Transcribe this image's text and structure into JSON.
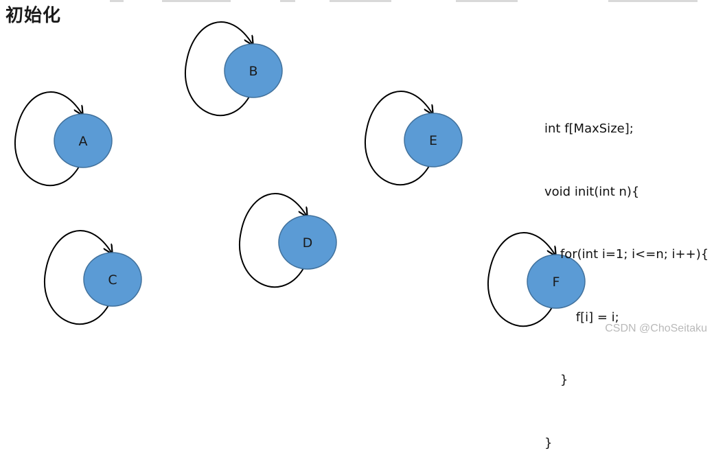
{
  "title": "初始化",
  "nodes": [
    {
      "id": "A",
      "label": "A"
    },
    {
      "id": "B",
      "label": "B"
    },
    {
      "id": "C",
      "label": "C"
    },
    {
      "id": "D",
      "label": "D"
    },
    {
      "id": "E",
      "label": "E"
    },
    {
      "id": "F",
      "label": "F"
    }
  ],
  "code": [
    "int f[MaxSize];",
    "void init(int n){",
    "    for(int i=1; i<=n; i++){",
    "        f[i] = i;",
    "    }",
    "}"
  ],
  "watermark": "CSDN @ChoSeitaku",
  "colors": {
    "node_fill": "#5b9bd5",
    "node_stroke": "#41719c",
    "edge": "#000000"
  }
}
